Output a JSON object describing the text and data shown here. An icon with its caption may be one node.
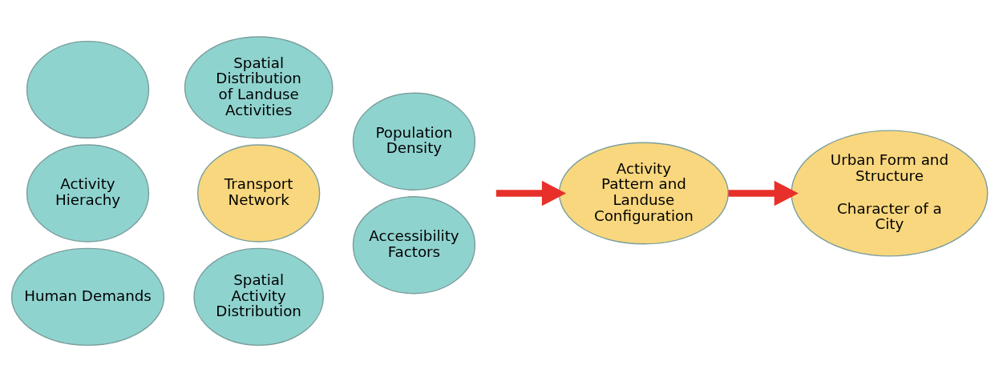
{
  "diagram": {
    "nodes": [
      {
        "text": [],
        "shape": "circle"
      },
      {
        "text": [
          "Spatial Distribution of Landuse Activities"
        ]
      },
      {
        "text": [
          "Population Density"
        ]
      },
      {
        "text": [
          "Activity Hierachy"
        ]
      },
      {
        "text": [
          "Transport Network"
        ]
      },
      {
        "text": [
          "Accessibility Factors"
        ]
      },
      {
        "text": [
          "Human Demands"
        ]
      },
      {
        "text": [
          "Spatial Activity Distribution"
        ]
      },
      {
        "text": [
          "Activity Pattern and Landuse Configuration"
        ]
      },
      {
        "text": [
          "Urban Form and Structure",
          "Character of a City"
        ]
      }
    ],
    "edges": [
      {
        "from": null,
        "to": 8,
        "arrow": "to"
      },
      {
        "from": 8,
        "to": 9,
        "arrow": "to"
      }
    ]
  }
}
